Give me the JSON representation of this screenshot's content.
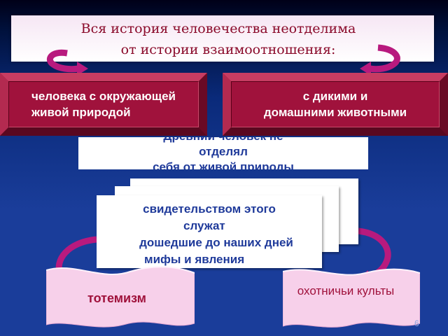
{
  "title": {
    "line1": "Вся история человечества неотделима",
    "line2": "от истории взаимоотношения:"
  },
  "boxes": {
    "left": {
      "line1": "человека с окружающей",
      "line2": "живой природой"
    },
    "right": {
      "line1": "с дикими и",
      "line2": "домашними животными"
    }
  },
  "ancient": {
    "line1": "Древний человек не",
    "line2": "отделял",
    "line3": "себя от живой природы"
  },
  "evidence": {
    "line1": "свидетельством этого",
    "line2": "служат",
    "line3": "дошедшие до наших дней",
    "line4": "мифы и явления"
  },
  "banners": {
    "left": "тотемизм",
    "right": "охотничьи культы"
  },
  "page_number": "6",
  "colors": {
    "title_text": "#8a0a2a",
    "box_fill": "#a0123c",
    "arrow": "#c0208a",
    "text_blue": "#1f3a9a",
    "banner_fill": "#f7d0ea"
  }
}
